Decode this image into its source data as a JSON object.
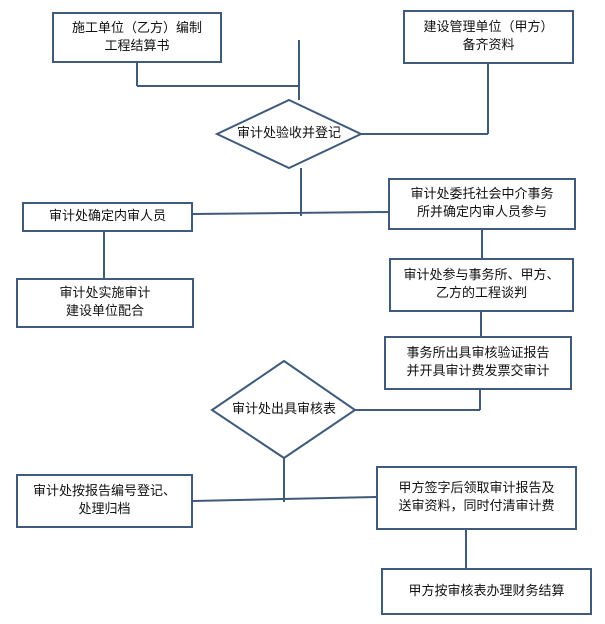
{
  "nodes": {
    "contractor_settlement": {
      "line1": "施工单位（乙方）编制",
      "line2": "工程结算书"
    },
    "owner_materials": {
      "line1": "建设管理单位（甲方）",
      "line2": "备齐资料"
    },
    "audit_receive": {
      "label": "审计处验收并登记"
    },
    "internal_auditors": {
      "label": "审计处确定内审人员"
    },
    "entrust_agency": {
      "line1": "审计处委托社会中介事务",
      "line2": "所并确定内审人员参与"
    },
    "implement_audit": {
      "line1": "审计处实施审计",
      "line2": "建设单位配合"
    },
    "negotiation": {
      "line1": "审计处参与事务所、甲方、",
      "line2": "乙方的工程谈判"
    },
    "agency_report": {
      "line1": "事务所出具审核验证报告",
      "line2": "并开具审计费发票交审计"
    },
    "issue_form": {
      "label": "审计处出具审核表"
    },
    "archive": {
      "line1": "审计处按报告编号登记、",
      "line2": "处理归档"
    },
    "owner_sign": {
      "line1": "甲方签字后领取审计报告及",
      "line2": "送审资料，同时付清审计费"
    },
    "finance_settle": {
      "label": "甲方按审核表办理财务结算"
    }
  },
  "colors": {
    "border": "#3f5a7a",
    "line": "#3f5a7a",
    "fill": "#ffffff",
    "text": "#111111"
  }
}
